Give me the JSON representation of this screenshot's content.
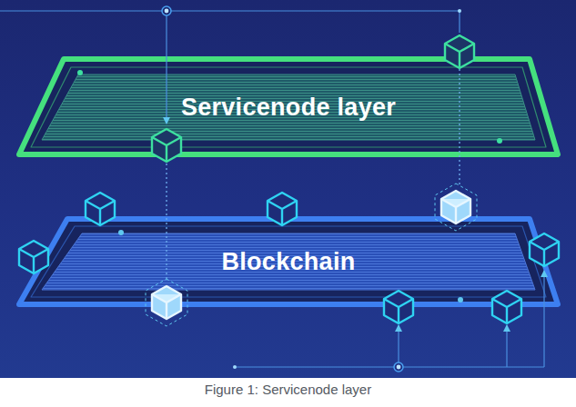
{
  "diagram": {
    "caption": "Figure 1: Servicenode layer",
    "nodes": [
      {
        "text": [
          "Servicenode layer"
        ]
      },
      {
        "text": [
          "Blockchain"
        ]
      }
    ]
  }
}
